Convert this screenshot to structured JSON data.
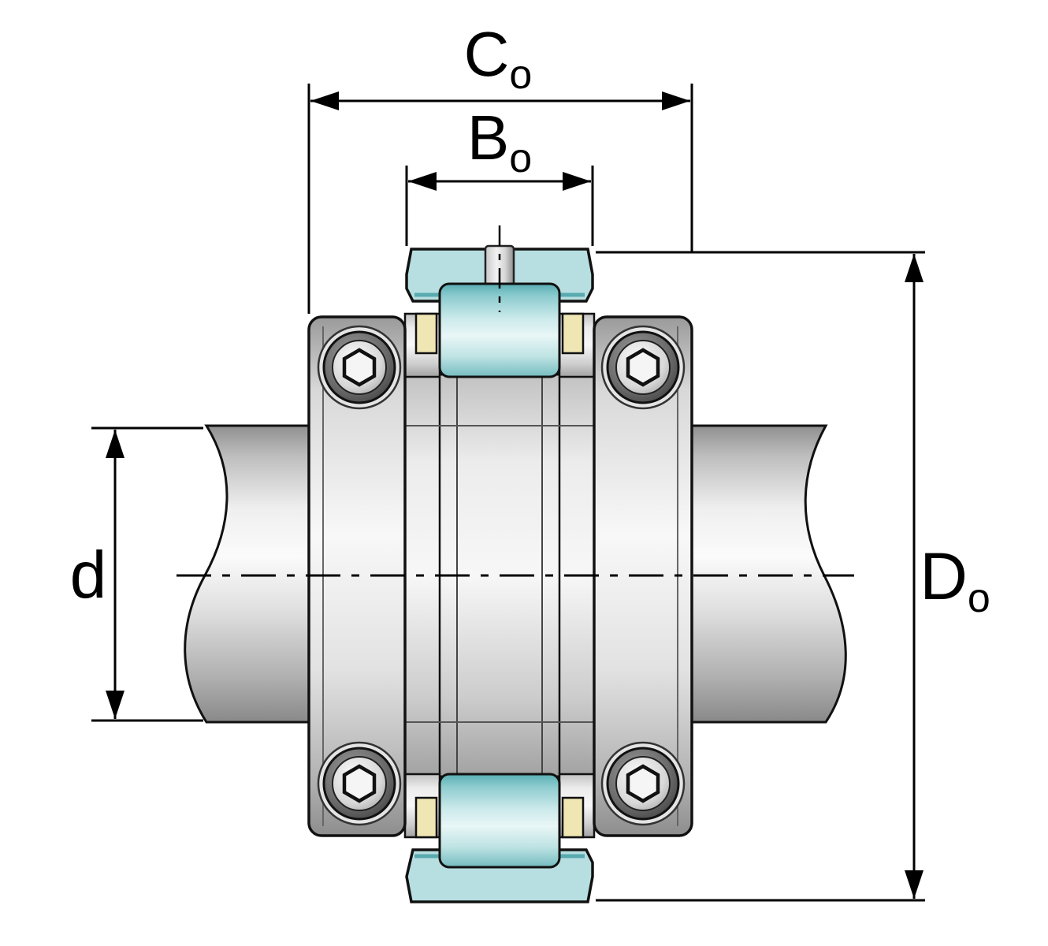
{
  "diagram": {
    "type": "technical-drawing",
    "subject": "split plummer block bearing unit mounted on shaft, front section view",
    "labels": {
      "c": {
        "main": "C",
        "sub": "o"
      },
      "b": {
        "main": "B",
        "sub": "o"
      },
      "d": {
        "main": "d",
        "sub": ""
      },
      "do": {
        "main": "D",
        "sub": "o"
      }
    },
    "colors": {
      "teal": "#b7dee0",
      "teal_dark": "#58aab0",
      "cream": "#efe6b3",
      "line": "#000000",
      "background": "#ffffff"
    }
  }
}
